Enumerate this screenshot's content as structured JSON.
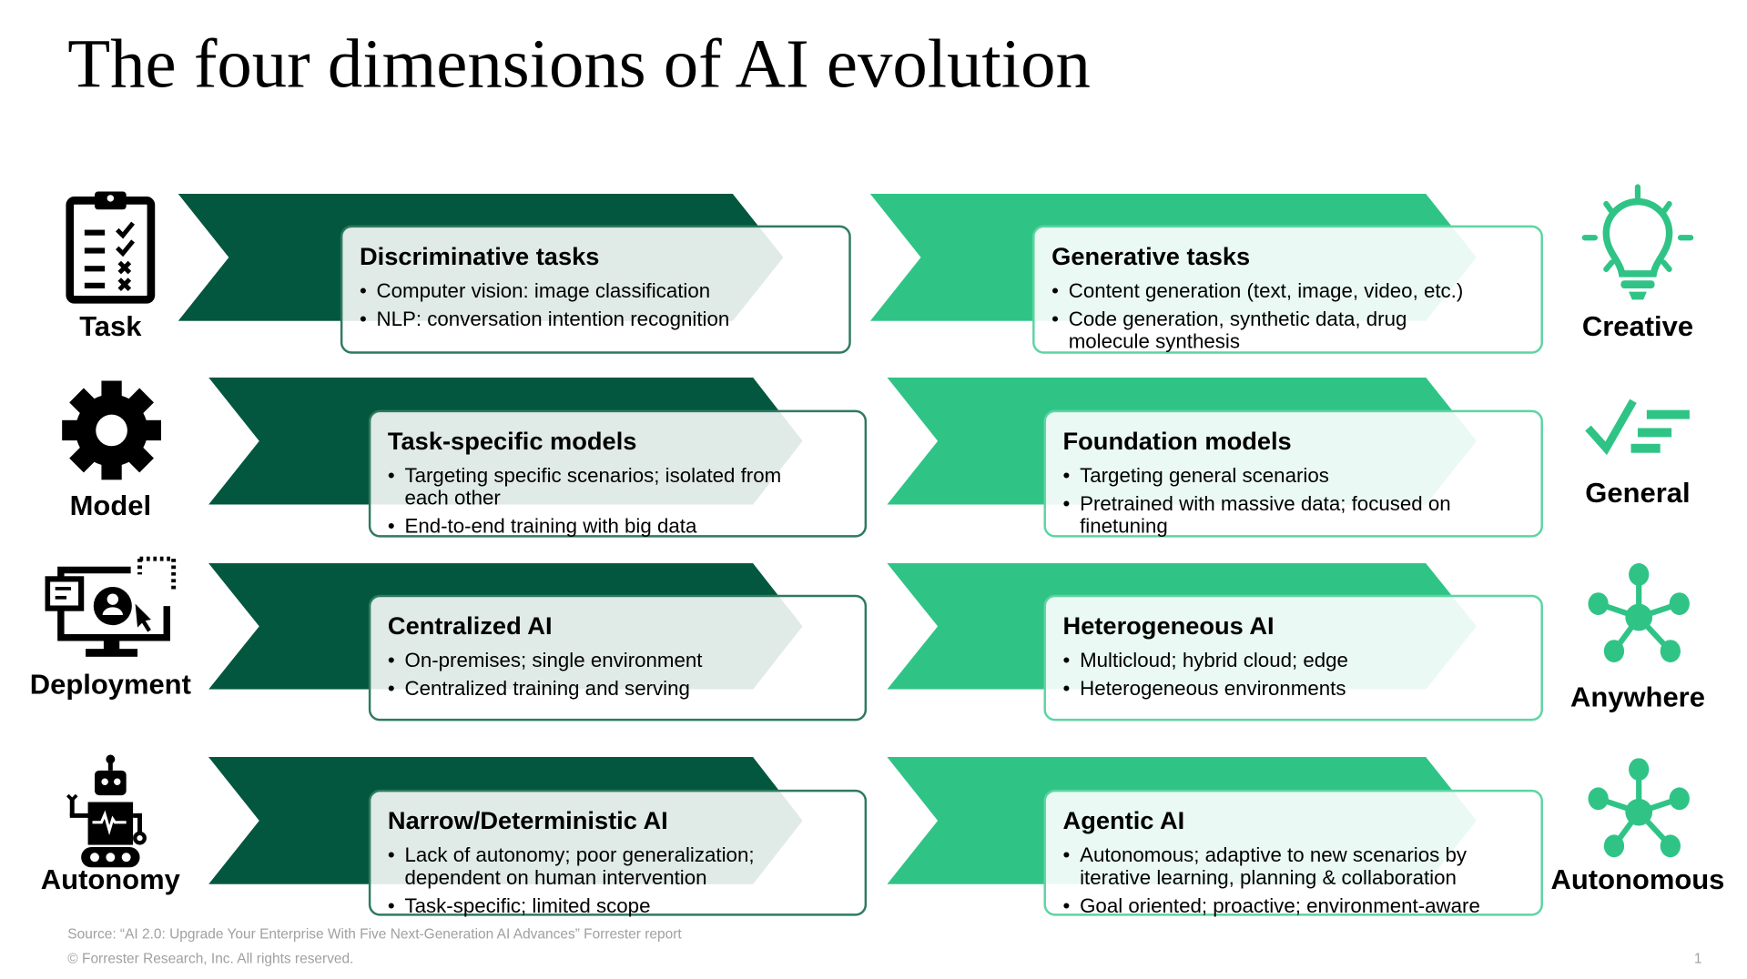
{
  "title": "The four dimensions of AI evolution",
  "colors": {
    "dark_green": "#03573f",
    "bright_green": "#2fc486"
  },
  "rows": [
    {
      "dimension": "Task",
      "dimension_icon": "clipboard-checklist-icon",
      "outcome": "Creative",
      "outcome_icon": "lightbulb-icon",
      "before": {
        "title": "Discriminative tasks",
        "bullets": [
          "Computer vision: image classification",
          "NLP: conversation intention recognition"
        ]
      },
      "after": {
        "title": "Generative tasks",
        "bullets": [
          "Content generation (text, image, video, etc.)",
          "Code generation, synthetic data, drug molecule synthesis"
        ]
      }
    },
    {
      "dimension": "Model",
      "dimension_icon": "gear-icon",
      "outcome": "General",
      "outcome_icon": "checklist-icon",
      "before": {
        "title": "Task-specific models",
        "bullets": [
          "Targeting specific scenarios; isolated from each other",
          "End-to-end training with big data"
        ]
      },
      "after": {
        "title": "Foundation models",
        "bullets": [
          "Targeting general scenarios",
          "Pretrained with massive data; focused on finetuning"
        ]
      }
    },
    {
      "dimension": "Deployment",
      "dimension_icon": "monitor-user-icon",
      "outcome": "Anywhere",
      "outcome_icon": "network-hub-icon",
      "before": {
        "title": "Centralized AI",
        "bullets": [
          "On-premises; single environment",
          "Centralized training and serving"
        ]
      },
      "after": {
        "title": "Heterogeneous AI",
        "bullets": [
          "Multicloud; hybrid cloud; edge",
          "Heterogeneous environments"
        ]
      }
    },
    {
      "dimension": "Autonomy",
      "dimension_icon": "robot-icon",
      "outcome": "Autonomous",
      "outcome_icon": "network-hub-icon",
      "before": {
        "title": "Narrow/Deterministic AI",
        "bullets": [
          "Lack of autonomy; poor generalization; dependent on human intervention",
          "Task-specific; limited scope"
        ]
      },
      "after": {
        "title": "Agentic AI",
        "bullets": [
          "Autonomous; adaptive to new scenarios by iterative learning, planning & collaboration",
          "Goal oriented; proactive; environment-aware"
        ]
      }
    }
  ],
  "footer": {
    "source": "Source: “AI 2.0: Upgrade Your Enterprise With Five Next-Generation AI Advances” Forrester report",
    "copyright": "© Forrester Research, Inc. All rights reserved.",
    "page_number": "1"
  }
}
